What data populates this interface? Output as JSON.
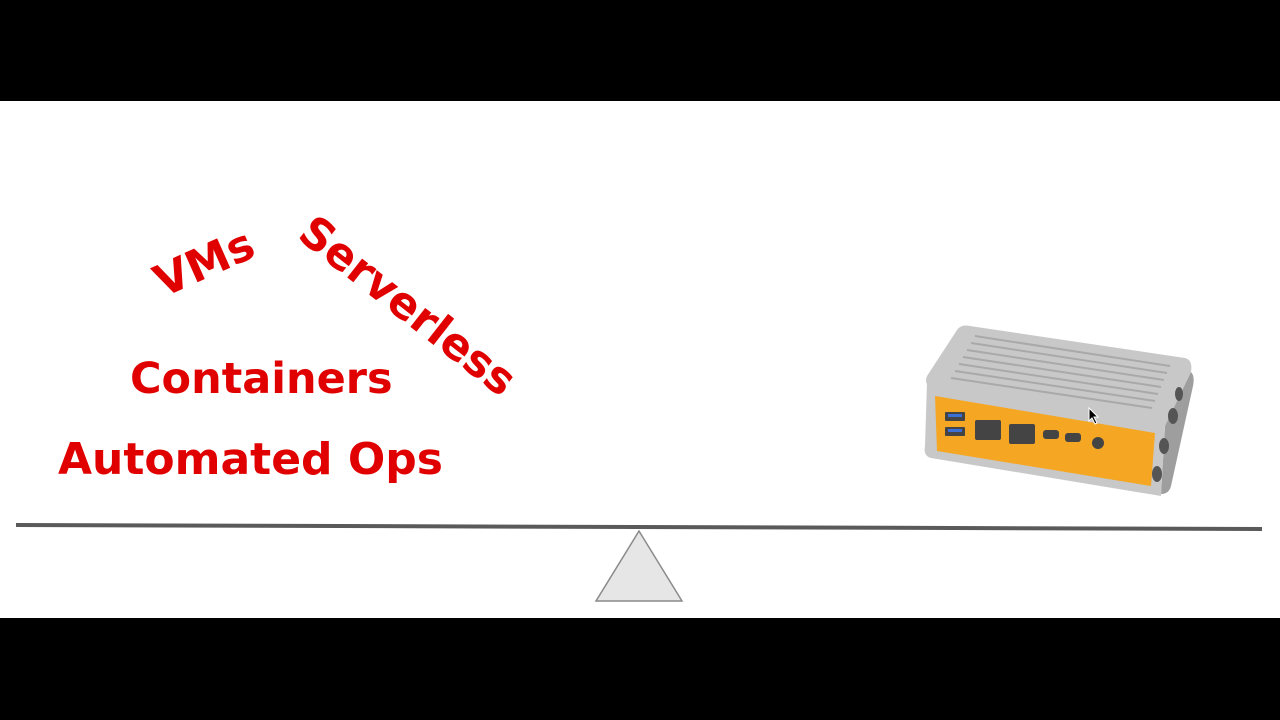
{
  "slide": {
    "words": {
      "vms": "VMs",
      "serverless": "Serverless",
      "containers": "Containers",
      "automated_ops": "Automated Ops"
    },
    "colors": {
      "text": "#e00000",
      "beam": "#5a5a5a",
      "fulcrum_fill": "#e6e6e6",
      "fulcrum_stroke": "#8a8a8a",
      "device_body": "#c8c8c8",
      "device_panel": "#f5a623",
      "background": "#ffffff",
      "letterbox": "#000000"
    },
    "device_icon": "mini-pc-edge-device"
  }
}
